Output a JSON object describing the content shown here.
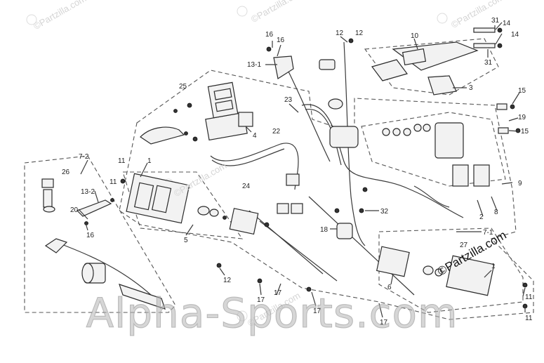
{
  "watermark": {
    "main": "Alpha-Sports.com",
    "brand": "©Partzilla.com",
    "faint": "©Partzilla.com"
  },
  "callouts": [
    {
      "id": "c16a",
      "text": "16"
    },
    {
      "id": "c16b",
      "text": "16"
    },
    {
      "id": "c13_1",
      "text": "13-1"
    },
    {
      "id": "c12a",
      "text": "12"
    },
    {
      "id": "c12b",
      "text": "12"
    },
    {
      "id": "c31a",
      "text": "31"
    },
    {
      "id": "c14a",
      "text": "14"
    },
    {
      "id": "c14b",
      "text": "14"
    },
    {
      "id": "c10",
      "text": "10"
    },
    {
      "id": "c31b",
      "text": "31"
    },
    {
      "id": "c3",
      "text": "3"
    },
    {
      "id": "c15a",
      "text": "15"
    },
    {
      "id": "c19",
      "text": "19"
    },
    {
      "id": "c15b",
      "text": "15"
    },
    {
      "id": "c4",
      "text": "4"
    },
    {
      "id": "c22",
      "text": "22"
    },
    {
      "id": "c23",
      "text": "23"
    },
    {
      "id": "c9",
      "text": "9"
    },
    {
      "id": "c8",
      "text": "8"
    },
    {
      "id": "c2",
      "text": "2"
    },
    {
      "id": "c7_1",
      "text": "7-1"
    },
    {
      "id": "c7_2",
      "text": "7-2"
    },
    {
      "id": "c11a",
      "text": "11"
    },
    {
      "id": "c11b",
      "text": "11"
    },
    {
      "id": "c1a",
      "text": "1"
    },
    {
      "id": "c13_2",
      "text": "13-2"
    },
    {
      "id": "c20",
      "text": "20"
    },
    {
      "id": "c16c",
      "text": "16"
    },
    {
      "id": "c5",
      "text": "5"
    },
    {
      "id": "c32",
      "text": "32"
    },
    {
      "id": "c12c",
      "text": "12"
    },
    {
      "id": "c18",
      "text": "18"
    },
    {
      "id": "c17a",
      "text": "17"
    },
    {
      "id": "c17b",
      "text": "17"
    },
    {
      "id": "c17c",
      "text": "17"
    },
    {
      "id": "c17d",
      "text": "17"
    },
    {
      "id": "c6",
      "text": "6"
    },
    {
      "id": "c1b",
      "text": "1"
    },
    {
      "id": "c11c",
      "text": "11"
    },
    {
      "id": "c11d",
      "text": "11"
    },
    {
      "id": "c24",
      "text": "24"
    },
    {
      "id": "c25",
      "text": "25"
    },
    {
      "id": "c26",
      "text": "26"
    },
    {
      "id": "c27",
      "text": "27"
    }
  ]
}
